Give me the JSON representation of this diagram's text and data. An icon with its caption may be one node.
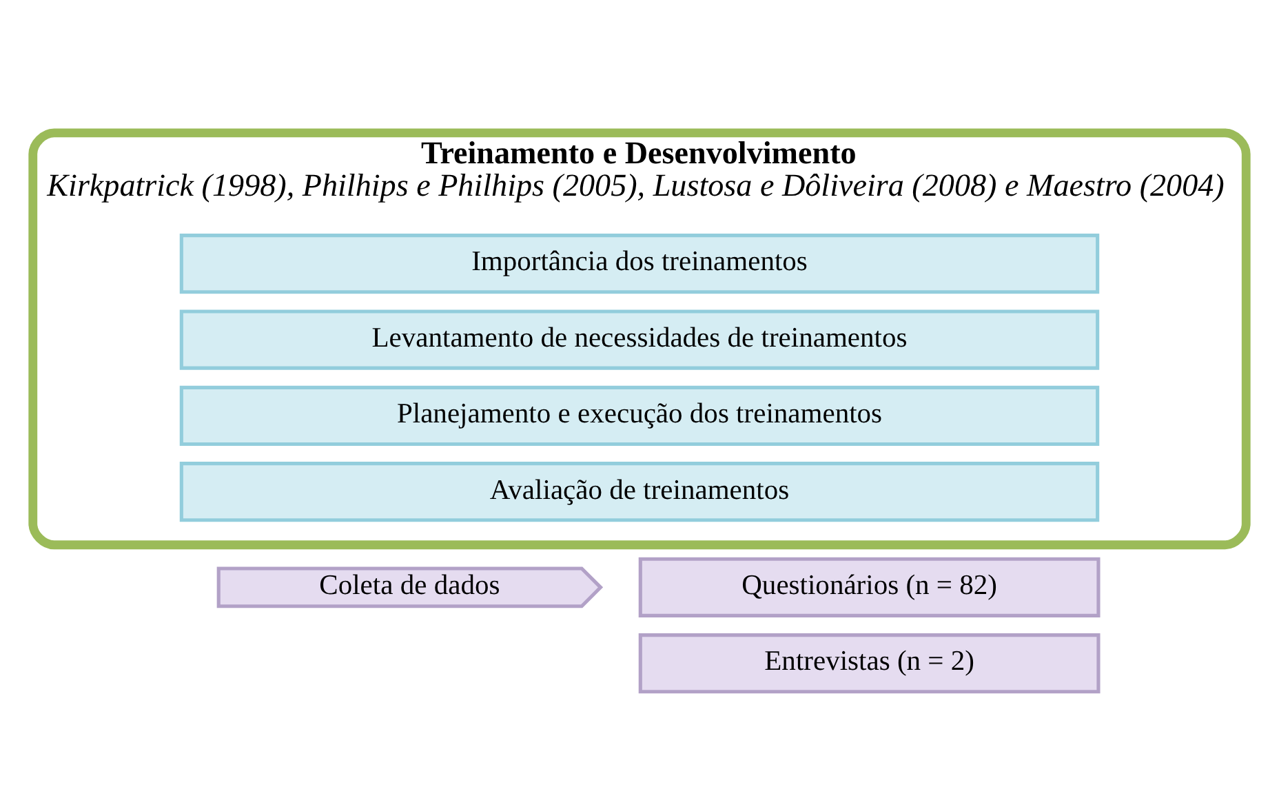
{
  "diagram": {
    "nodes": [
      {
        "text": [
          "Treinamento e Desenvolvimento",
          "Kirkpatrick (1998), Philhips e Philhips (2005), Lustosa e Dôliveira (2008) e Maestro (2004)"
        ]
      },
      {
        "text": [
          "Importância dos treinamentos"
        ],
        "in": 0
      },
      {
        "text": [
          "Levantamento de necessidades de treinamentos"
        ],
        "in": 0
      },
      {
        "text": [
          "Planejamento e execução dos treinamentos"
        ],
        "in": 0
      },
      {
        "text": [
          "Avaliação de treinamentos"
        ],
        "in": 0
      },
      {
        "text": [
          "Coleta de dados"
        ]
      },
      {
        "text": [
          "Questionários (n = 82)"
        ]
      },
      {
        "text": [
          "Entrevistas (n = 2)"
        ]
      }
    ]
  }
}
